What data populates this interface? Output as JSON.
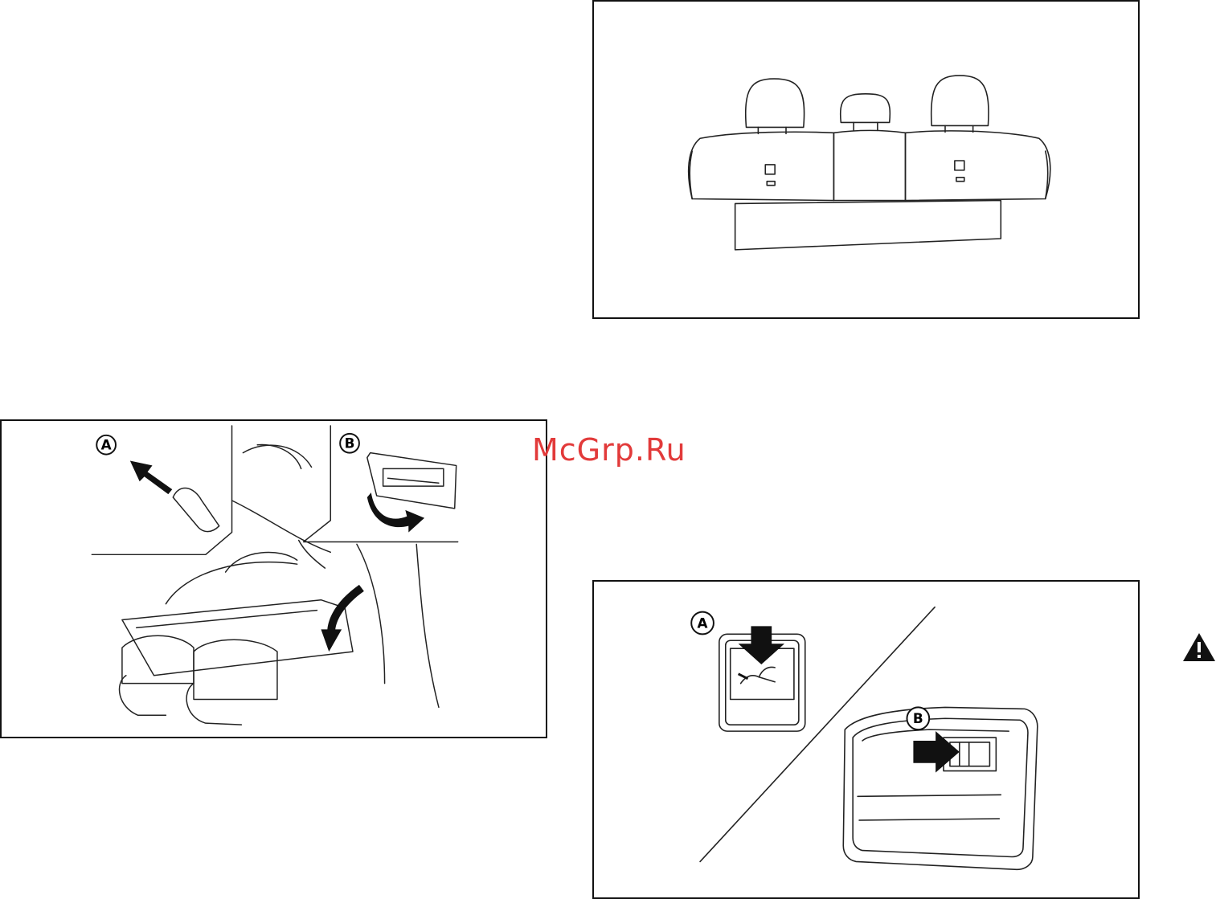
{
  "watermark": {
    "text": "McGrp.Ru"
  },
  "figures": {
    "fold_procedure": {
      "callout_a": "A",
      "callout_b": "B"
    },
    "seat_controls": {
      "callout_a": "A",
      "callout_b": "B"
    }
  },
  "colors": {
    "line": "#111111",
    "watermark": "#e23a3a"
  },
  "icons": {
    "warning": "warning-triangle-icon"
  }
}
